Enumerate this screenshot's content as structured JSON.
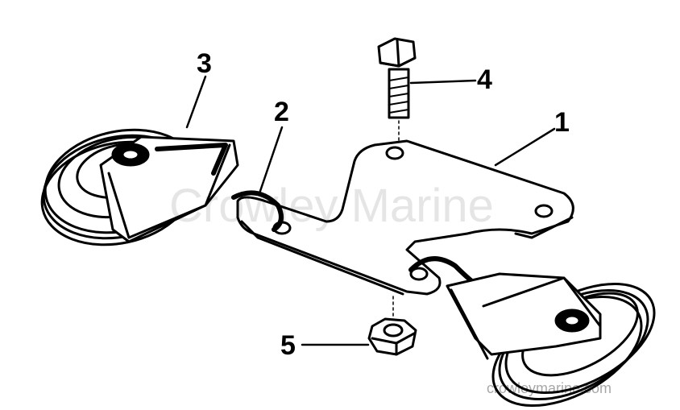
{
  "callouts": {
    "c1": "1",
    "c2": "2",
    "c3": "3",
    "c4": "4",
    "c5": "5"
  },
  "watermark": "Crowley Marine",
  "footer": "crowleymarine.com",
  "colors": {
    "ink": "#000000",
    "paper": "#ffffff"
  }
}
